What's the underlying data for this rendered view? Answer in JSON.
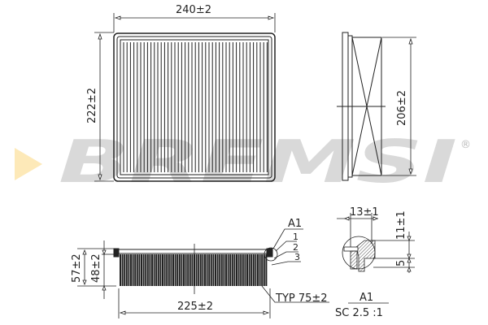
{
  "watermark": {
    "text": "BREMSI",
    "registered": "®",
    "triangle_color": "#fde9b8",
    "text_color": "#d9d9d9"
  },
  "top_view": {
    "width_dim": "240±2",
    "height_dim": "222±2"
  },
  "side_view": {
    "height_dim": "206±2"
  },
  "front_section": {
    "total_height_dim": "57±2",
    "pleat_height_dim": "48±2",
    "length_dim": "225±2",
    "pleat_count_note": "TYP 75±2",
    "detail_ref": "A1",
    "callouts": [
      "1",
      "2",
      "3"
    ]
  },
  "detail_a1": {
    "width_dim": "13±1",
    "height_dim": "11±1",
    "gap_dim": "5",
    "title": "A1",
    "scale": "SC 2.5 :1"
  }
}
